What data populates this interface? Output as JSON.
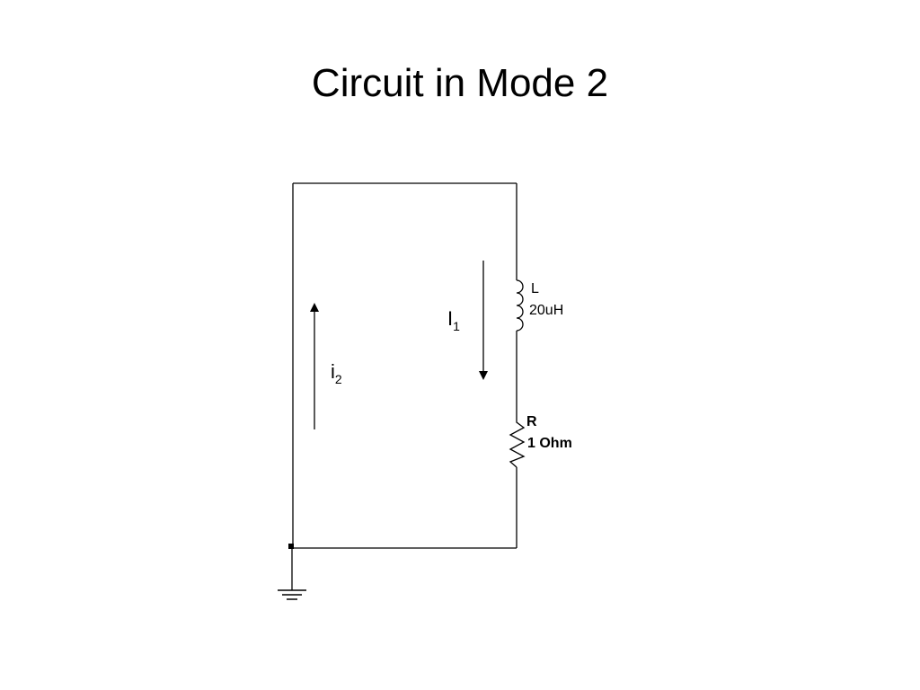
{
  "title": "Circuit in Mode 2",
  "inductor": {
    "name": "L",
    "value": "20uH"
  },
  "resistor": {
    "name": "R",
    "value": "1 Ohm"
  },
  "currents": {
    "loop_current": {
      "symbol": "I",
      "subscript": "1"
    },
    "return_current": {
      "symbol": "i",
      "subscript": "2"
    }
  },
  "icons": {
    "ground": "ground-icon",
    "inductor": "inductor-icon",
    "resistor": "resistor-icon"
  },
  "colors": {
    "wire": "#000000",
    "background": "#ffffff"
  }
}
